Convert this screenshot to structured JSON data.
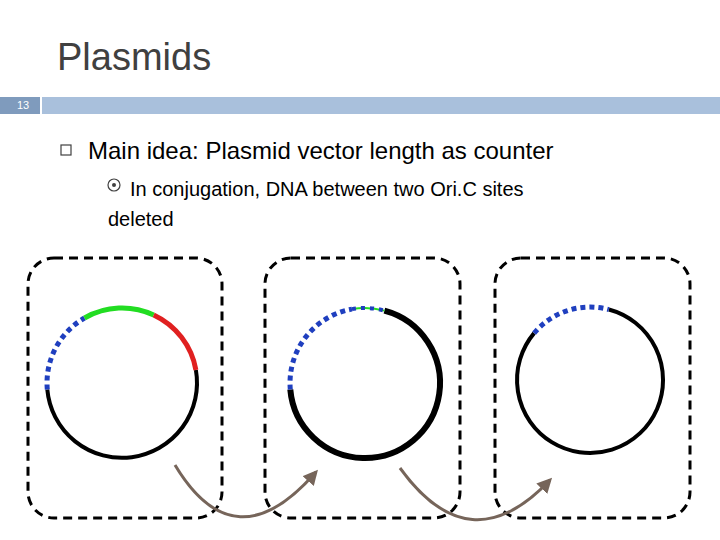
{
  "diagram": {
    "title": "Plasmids",
    "labels": [
      "13",
      "Main idea: Plasmid vector length as counter",
      "In conjugation, DNA between two Ori.C sites deleted"
    ]
  }
}
